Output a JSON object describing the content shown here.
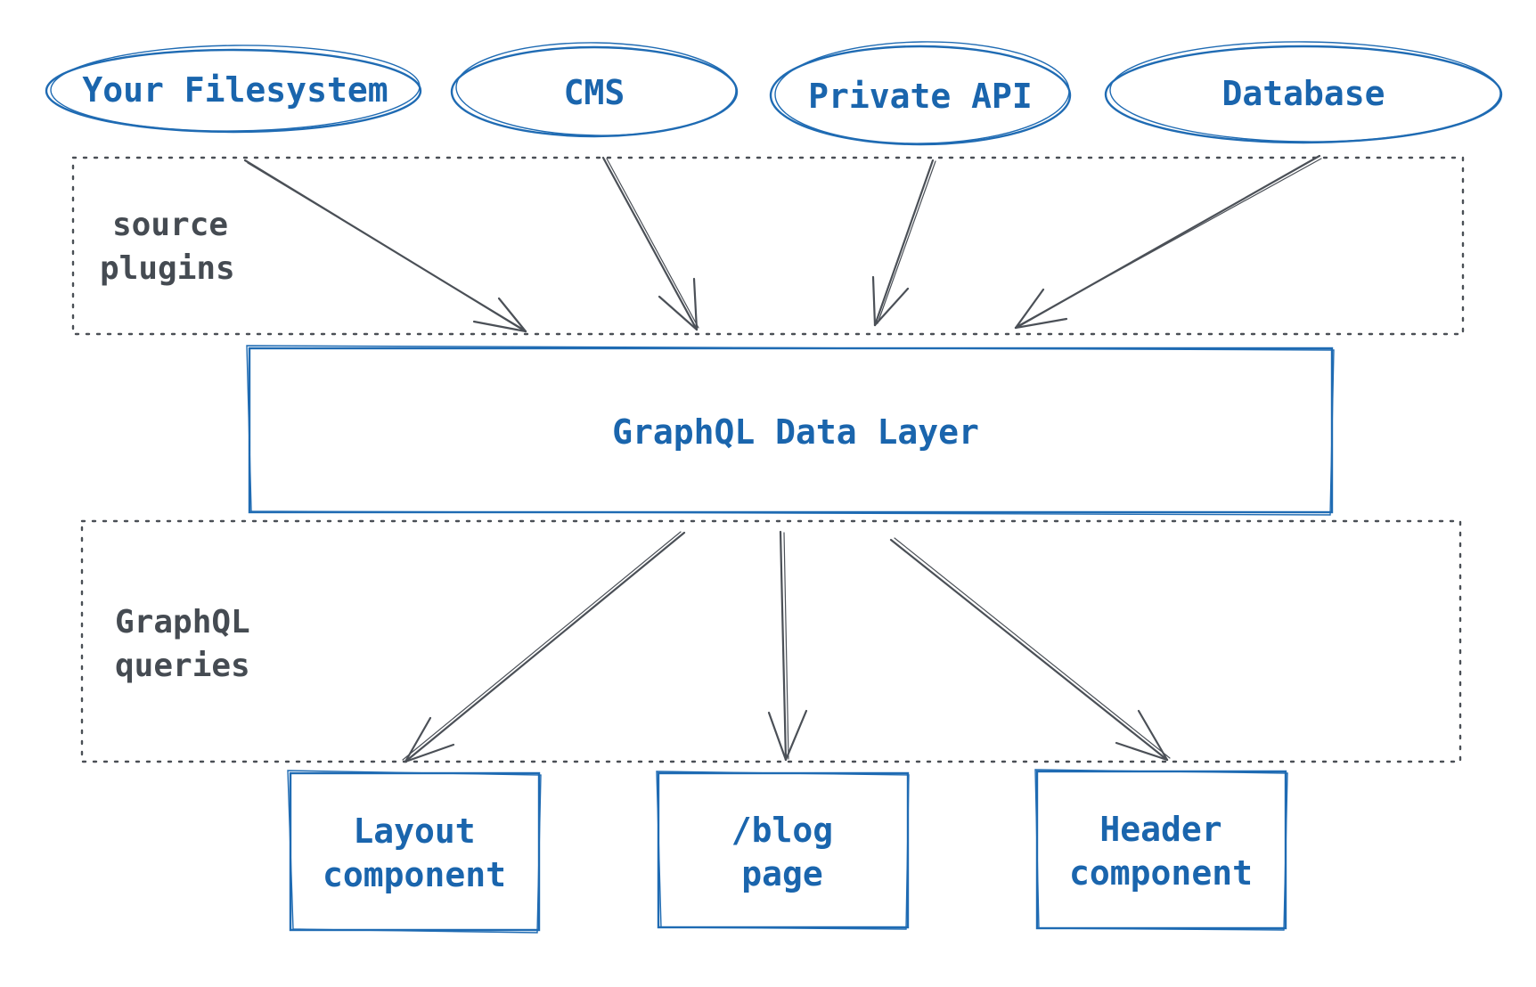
{
  "sources": {
    "filesystem": "Your Filesystem",
    "cms": "CMS",
    "private_api": "Private API",
    "database": "Database"
  },
  "groups": {
    "source_plugins": [
      "source",
      "plugins"
    ],
    "graphql_queries": [
      "GraphQL",
      "queries"
    ]
  },
  "data_layer": "GraphQL Data Layer",
  "consumers": {
    "layout": [
      "Layout",
      "component"
    ],
    "blog": [
      "/blog",
      "page"
    ],
    "header": [
      "Header",
      "component"
    ]
  },
  "colors": {
    "node_blue": "#1a65ad",
    "group_text": "#454b52",
    "arrow": "#4b5057"
  }
}
